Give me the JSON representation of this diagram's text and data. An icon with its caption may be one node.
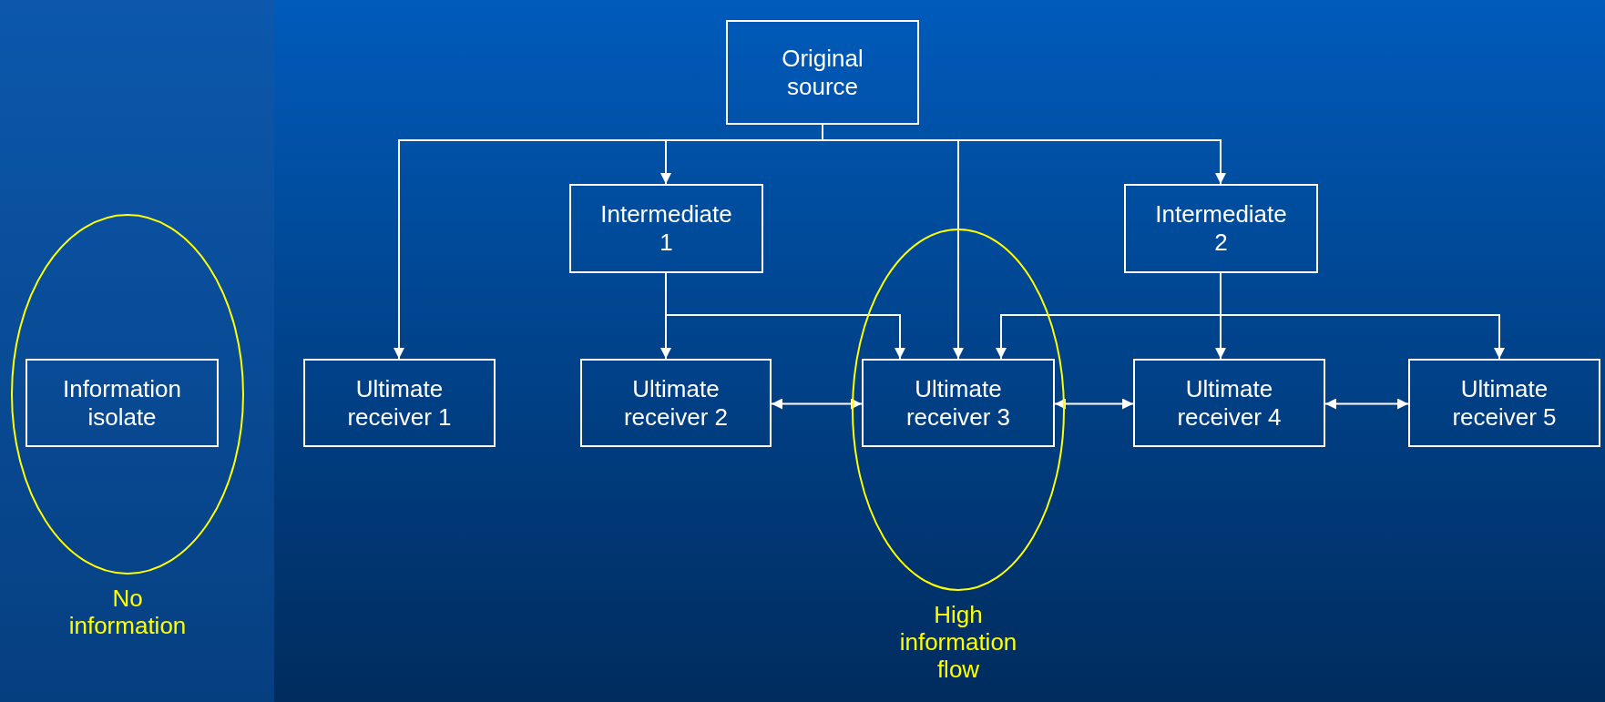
{
  "diagram": {
    "nodes": [
      {
        "text": [
          "Original source"
        ]
      },
      {
        "text": [
          "Intermediate 1"
        ]
      },
      {
        "text": [
          "Intermediate 2"
        ]
      },
      {
        "text": [
          "No information"
        ]
      },
      {
        "text": [
          "Information isolate"
        ],
        "in": 3
      },
      {
        "text": [
          "Ultimate receiver 1"
        ]
      },
      {
        "text": [
          "Ultimate receiver 2"
        ]
      },
      {
        "text": [
          "High information flow"
        ]
      },
      {
        "text": [
          "Ultimate receiver 3"
        ],
        "in": 7
      },
      {
        "text": [
          "Ultimate receiver 4"
        ]
      },
      {
        "text": [
          "Ultimate receiver 5"
        ]
      }
    ],
    "edges": [
      {
        "from": 0,
        "to": 5,
        "arrow": "to"
      },
      {
        "from": 0,
        "to": 1,
        "arrow": "to"
      },
      {
        "from": 0,
        "to": 8,
        "arrow": "to"
      },
      {
        "from": 0,
        "to": 2,
        "arrow": "to"
      },
      {
        "from": 1,
        "to": 6,
        "arrow": "to"
      },
      {
        "from": 1,
        "to": 8,
        "arrow": "to"
      },
      {
        "from": 2,
        "to": 9,
        "arrow": "to"
      },
      {
        "from": 2,
        "to": 8,
        "arrow": "to"
      },
      {
        "from": 2,
        "to": 10,
        "arrow": "to"
      },
      {
        "from": 6,
        "to": 8,
        "arrow": "both"
      },
      {
        "from": 8,
        "to": 9,
        "arrow": "both"
      },
      {
        "from": 9,
        "to": 10,
        "arrow": "both"
      }
    ]
  }
}
